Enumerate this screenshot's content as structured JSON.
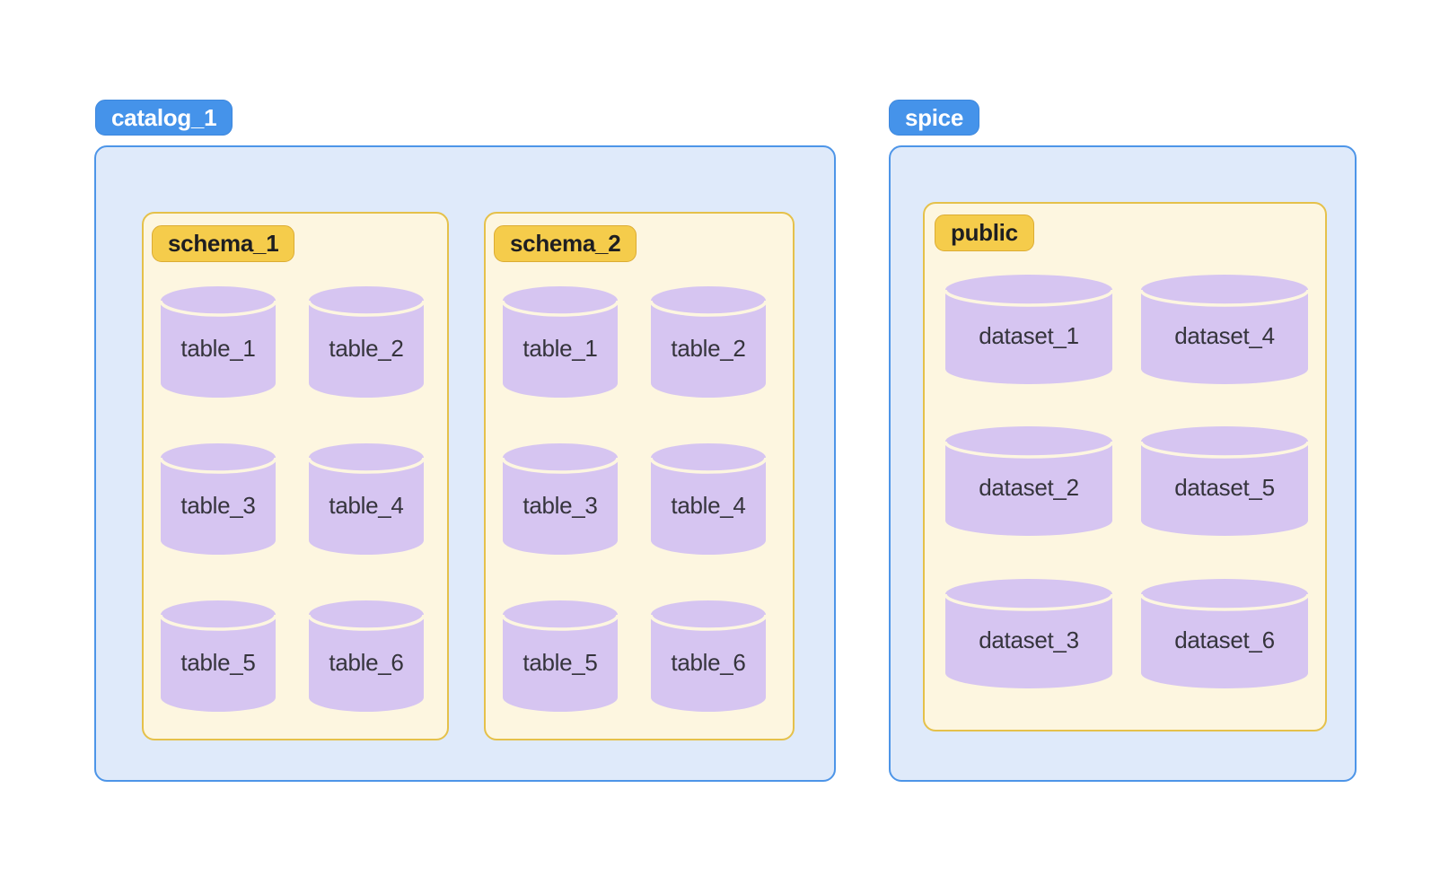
{
  "colors": {
    "container_fill": "#dfeafa",
    "container_border": "#4d95e8",
    "blue_chip_fill": "#4593ea",
    "blue_chip_border": "#3d87dd",
    "blue_chip_text": "#ffffff",
    "box_fill": "#fdf6e0",
    "box_border": "#e5c14a",
    "yellow_chip_fill": "#f5cc4b",
    "yellow_chip_border": "#dcac33",
    "yellow_chip_text": "#1e1e21",
    "cylinder_fill": "#d6c5f1",
    "cylinder_text": "#35343c"
  },
  "catalogs": [
    {
      "name": "catalog_1",
      "schemas": [
        {
          "name": "schema_1",
          "tables": [
            "table_1",
            "table_2",
            "table_3",
            "table_4",
            "table_5",
            "table_6"
          ]
        },
        {
          "name": "schema_2",
          "tables": [
            "table_1",
            "table_2",
            "table_3",
            "table_4",
            "table_5",
            "table_6"
          ]
        }
      ]
    },
    {
      "name": "spice",
      "schemas": [
        {
          "name": "public",
          "tables": [
            "dataset_1",
            "dataset_2",
            "dataset_3",
            "dataset_4",
            "dataset_5",
            "dataset_6"
          ]
        }
      ]
    }
  ]
}
